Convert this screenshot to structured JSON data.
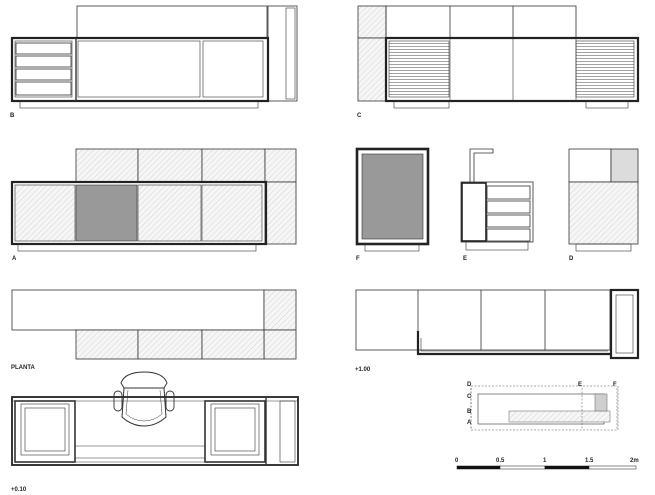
{
  "views": {
    "b": {
      "label": "B"
    },
    "c": {
      "label": "C"
    },
    "a": {
      "label": "A"
    },
    "f": {
      "label": "F"
    },
    "e": {
      "label": "E"
    },
    "d": {
      "label": "D"
    },
    "planta": {
      "label": "PLANTA"
    },
    "level_100": {
      "label": "+1.00"
    },
    "level_010": {
      "label": "+0.10"
    }
  },
  "key_plan": {
    "markers": [
      "D",
      "E",
      "F",
      "C",
      "B",
      "A"
    ]
  },
  "scale_bar": {
    "ticks": [
      "0",
      "0.5",
      "1",
      "1.5",
      "2m"
    ]
  },
  "colors": {
    "line": "#333333",
    "thick": "#222222",
    "panel_gray": "#999999",
    "hatch_fill": "#f4f4f4"
  }
}
